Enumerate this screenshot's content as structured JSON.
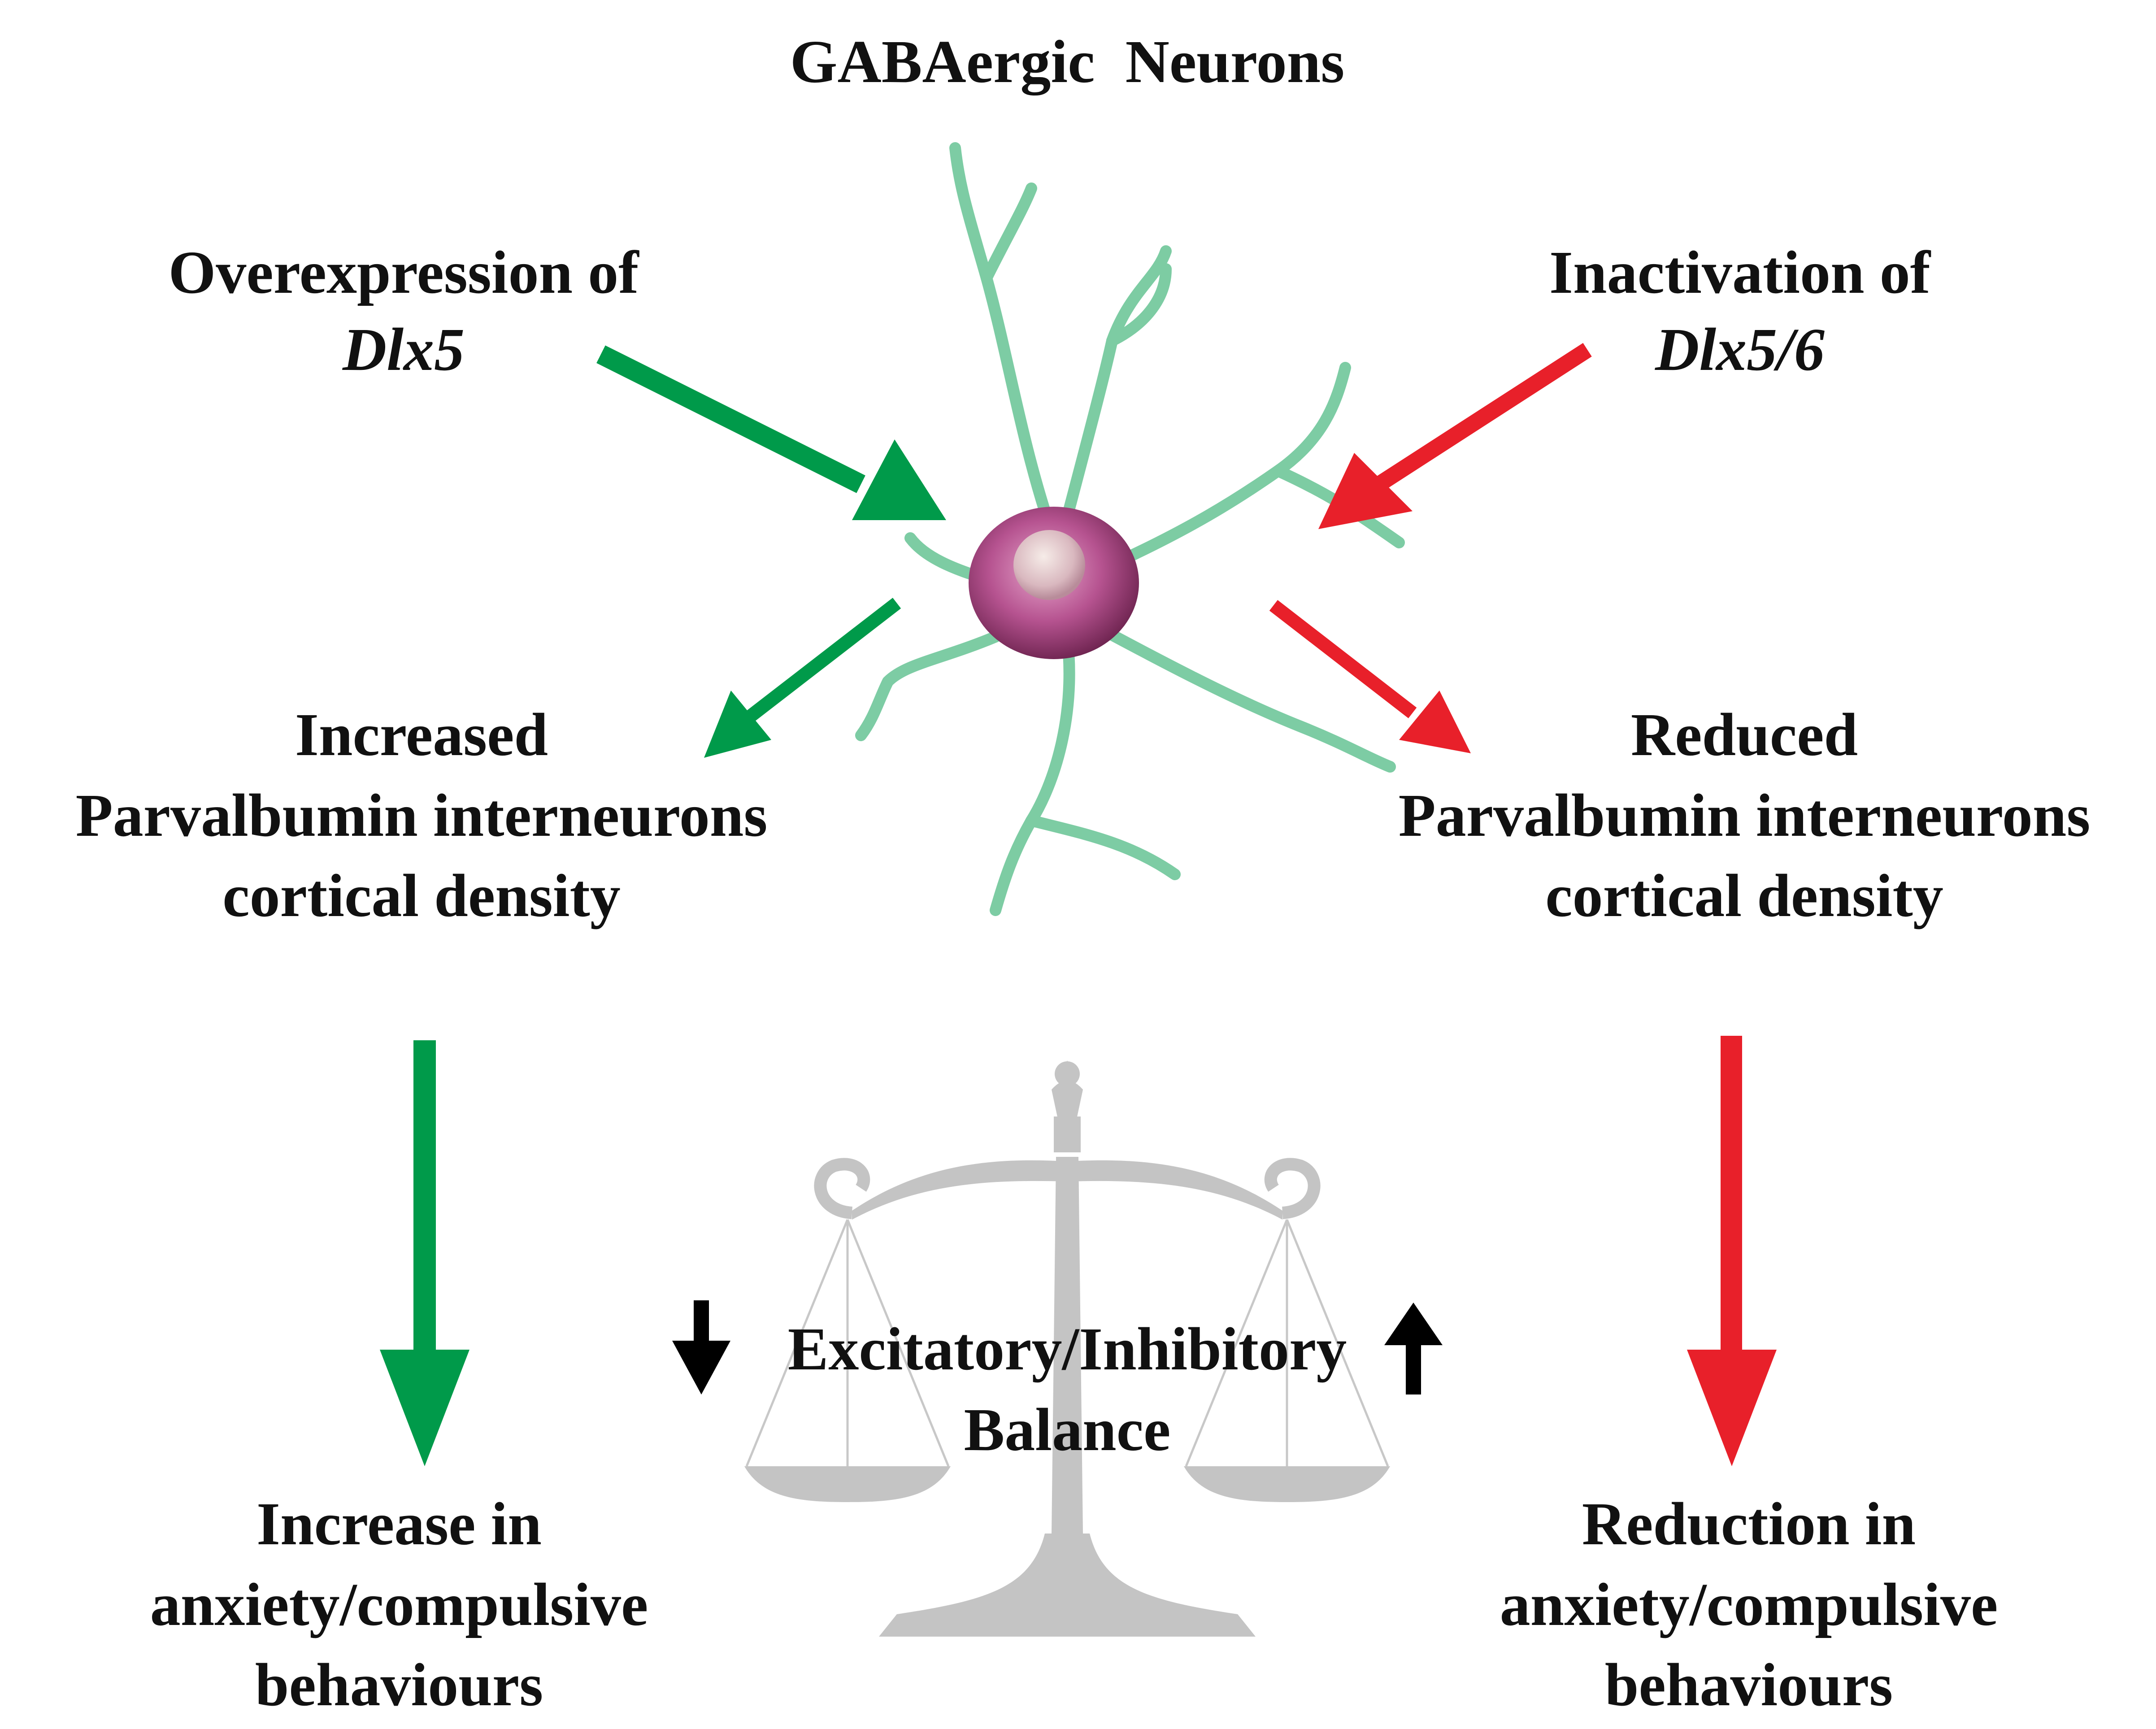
{
  "title": "GABAergic  Neurons",
  "left_input": {
    "line1": "Overexpression of",
    "gene": "Dlx5"
  },
  "right_input": {
    "line1": "Inactivation of",
    "gene": "Dlx5/6"
  },
  "left_effect": {
    "line1": "Increased",
    "line2": "Parvalbumin interneurons",
    "line3": "cortical density"
  },
  "right_effect": {
    "line1": "Reduced",
    "line2": "Parvalbumin interneurons",
    "line3": "cortical density"
  },
  "balance": {
    "line1": "Excitatory/Inhibitory",
    "line2": "Balance"
  },
  "left_outcome": {
    "line1": "Increase in",
    "line2": "anxiety/compulsive",
    "line3": "behaviours"
  },
  "right_outcome": {
    "line1": "Reduction in",
    "line2": "anxiety/compulsive",
    "line3": "behaviours"
  },
  "colors": {
    "green": "#009a4a",
    "red": "#e8202a",
    "scale": "#c4c4c4",
    "dendrite": "#a8e6c4",
    "soma": "#b04a86",
    "text": "#111111"
  },
  "icons": {
    "left_balance_arrow": "arrow-down-icon",
    "right_balance_arrow": "arrow-up-icon",
    "center": "neuron-icon",
    "scale": "balance-scale-icon"
  }
}
